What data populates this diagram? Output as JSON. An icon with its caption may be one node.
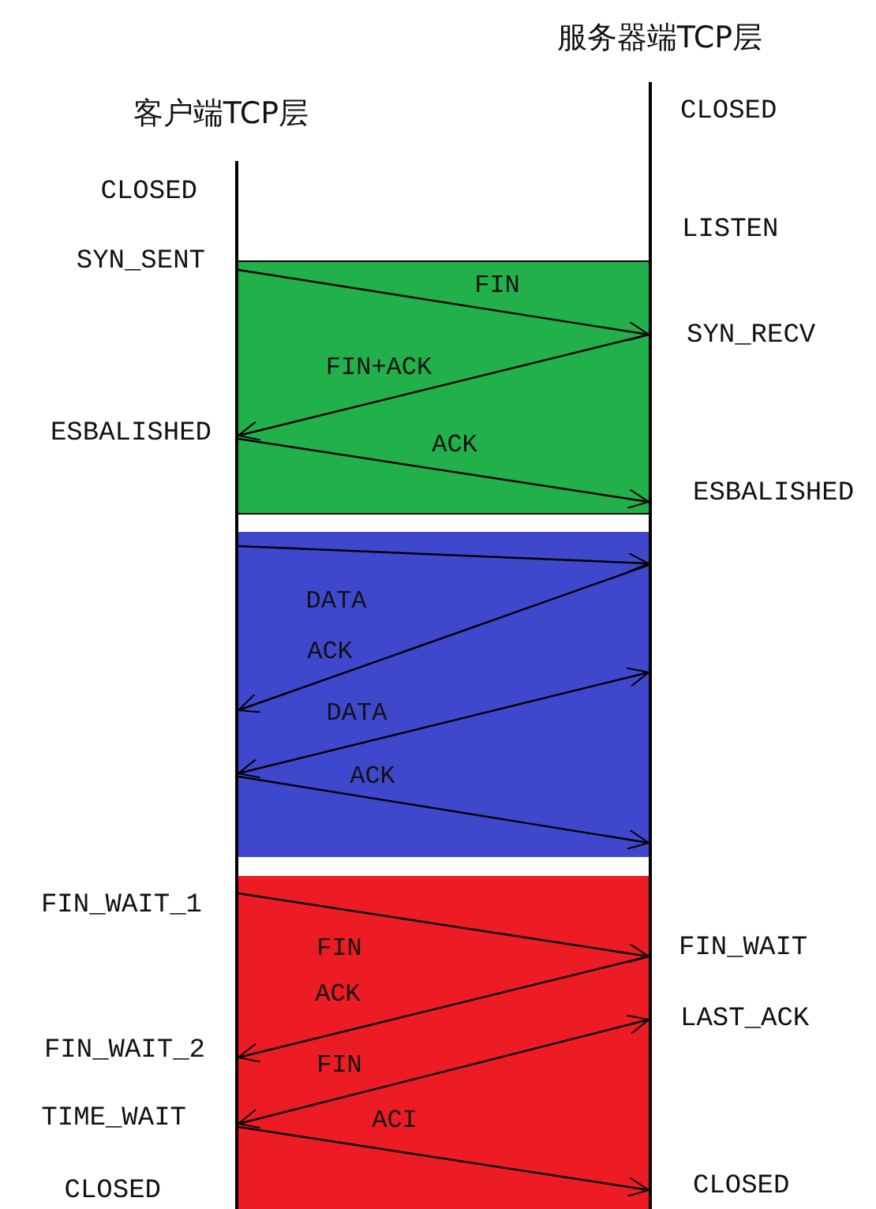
{
  "diagram": {
    "nodes": [
      {
        "text": [],
        "shape": "bar"
      },
      {
        "text": [],
        "shape": "bar"
      }
    ],
    "edges": [
      {
        "from": 0,
        "to": 1,
        "arrow": "to",
        "label": "FIN"
      },
      {
        "from": 1,
        "to": 0,
        "arrow": "to",
        "label": "FIN+ACK"
      },
      {
        "from": 0,
        "to": 1,
        "arrow": "to",
        "label": "ACK"
      },
      {
        "from": 0,
        "to": 1,
        "arrow": "to",
        "label": "DATA"
      },
      {
        "from": 1,
        "to": 0,
        "arrow": "to",
        "label": "ACK"
      },
      {
        "from": 1,
        "to": 0,
        "arrow": "both",
        "label": "DATA"
      },
      {
        "from": 0,
        "to": 1,
        "arrow": "to",
        "label": "ACK"
      },
      {
        "from": 0,
        "to": 1,
        "arrow": "to",
        "label": "FIN"
      },
      {
        "from": 1,
        "to": 0,
        "arrow": "to",
        "label": "ACK"
      },
      {
        "from": 1,
        "to": 0,
        "arrow": "both",
        "label": "FIN"
      },
      {
        "from": 0,
        "to": 1,
        "arrow": "to",
        "label": "ACI"
      }
    ],
    "labels": [
      "服务器端TCP层",
      "客户端TCP层",
      "CLOSED",
      "CLOSED",
      "LISTEN",
      "SYN_SENT",
      "SYN_RECV",
      "ESBALISHED",
      "ESBALISHED",
      "FIN_WAIT_1",
      "FIN_WAIT",
      "LAST_ACK",
      "FIN_WAIT_2",
      "TIME_WAIT",
      "CLOSED",
      "CLOSED"
    ]
  }
}
